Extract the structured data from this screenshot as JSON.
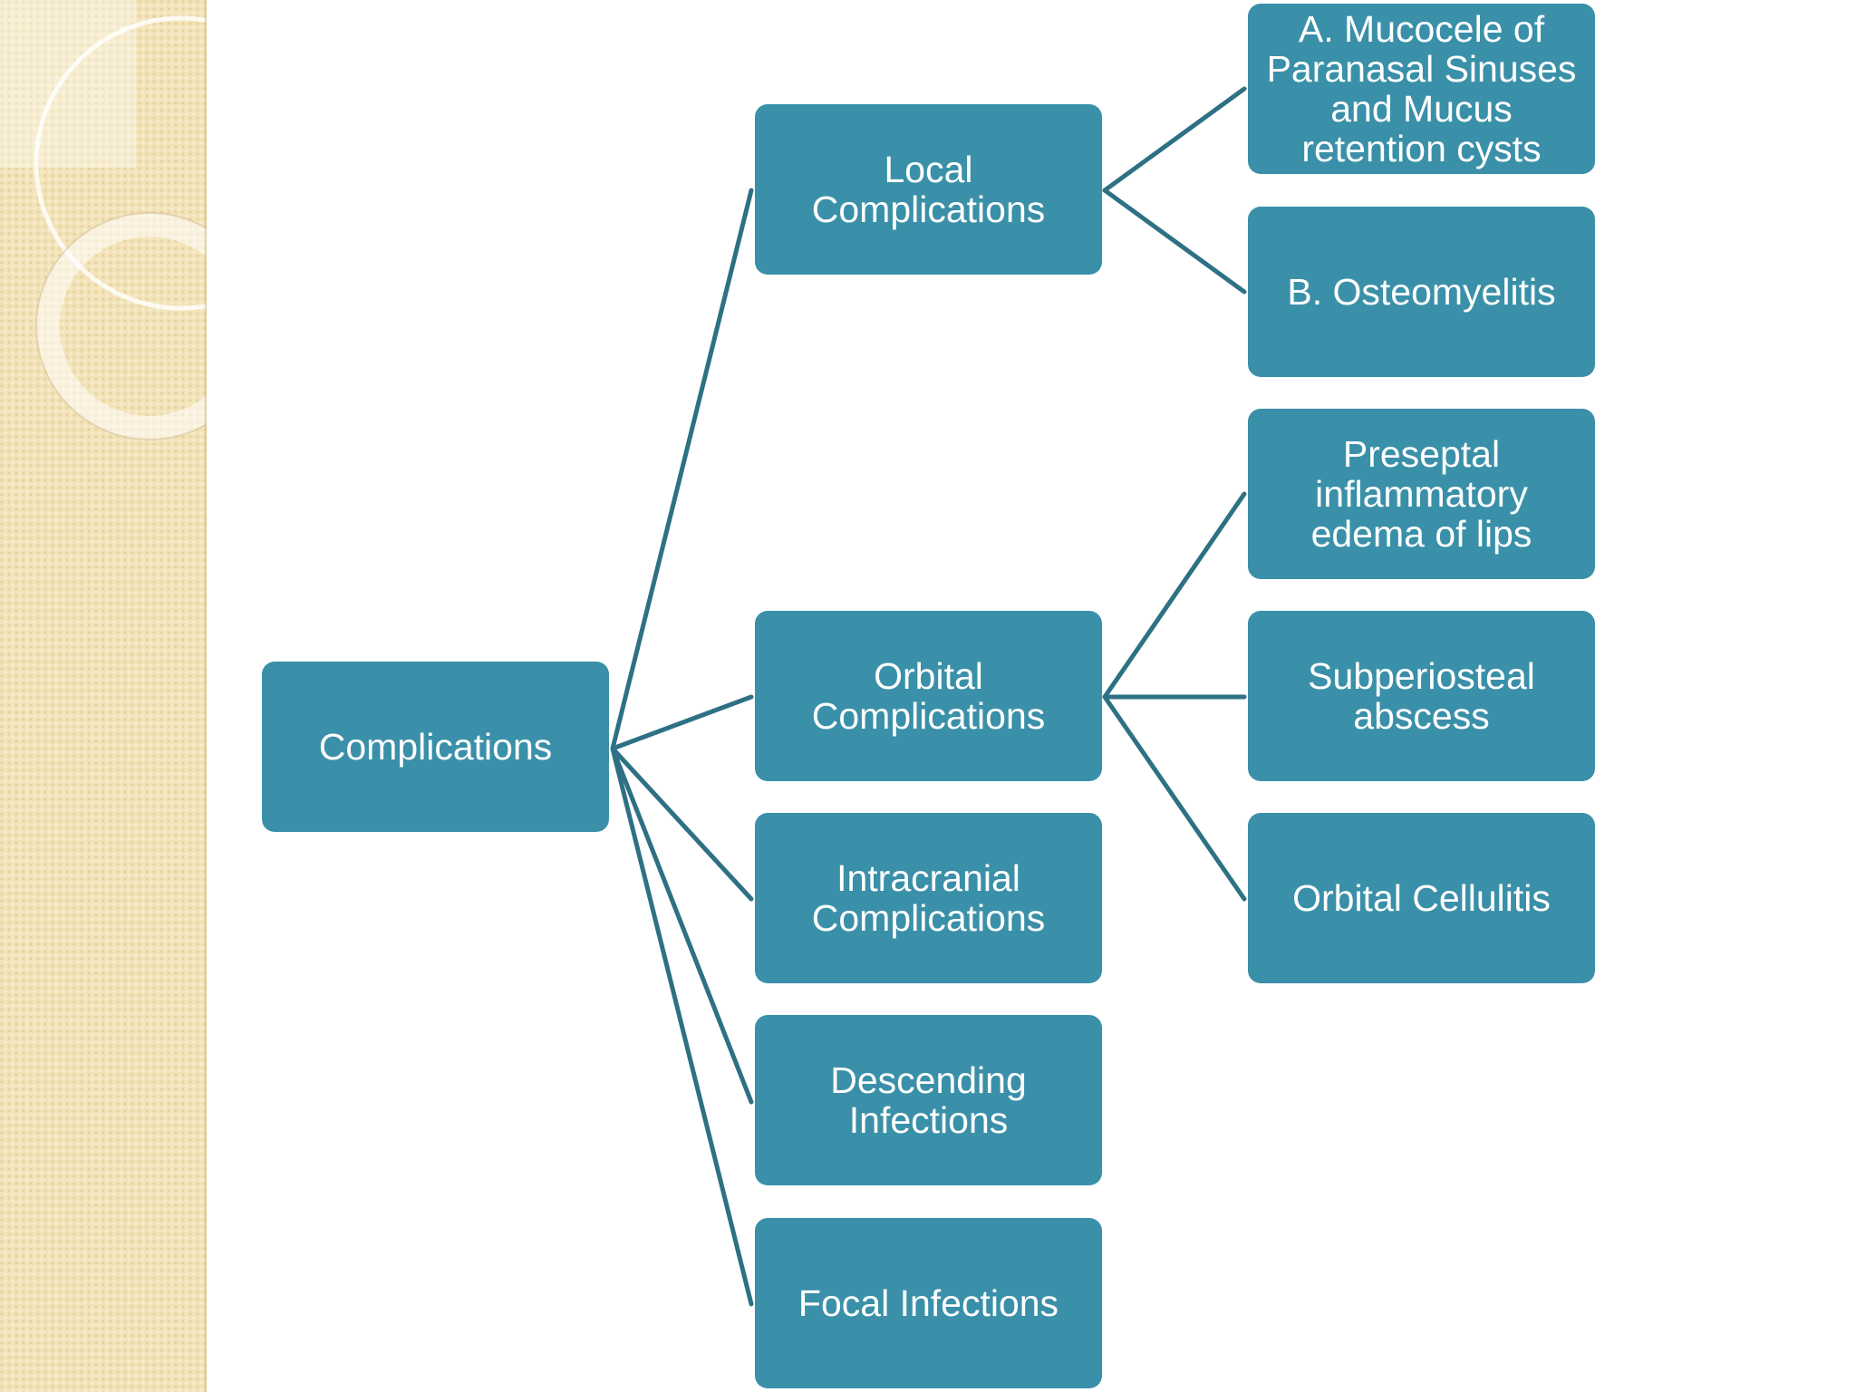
{
  "colors": {
    "node_fill": "#3a90a8",
    "connector": "#2e7084",
    "band": "#f3e3b8",
    "text": "#ffffff"
  },
  "diagram": {
    "root": {
      "label": "Complications"
    },
    "branches": [
      {
        "label": "Local\nComplications",
        "children": [
          {
            "label": "A. Mucocele of\nParanasal Sinuses\nand Mucus\nretention cysts"
          },
          {
            "label": "B. Osteomyelitis"
          }
        ]
      },
      {
        "label": "Orbital\nComplications",
        "children": [
          {
            "label": "Preseptal\ninflammatory\nedema of lips"
          },
          {
            "label": "Subperiosteal\nabscess"
          },
          {
            "label": "Orbital Cellulitis"
          }
        ]
      },
      {
        "label": "Intracranial\nComplications",
        "children": []
      },
      {
        "label": "Descending\nInfections",
        "children": []
      },
      {
        "label": "Focal Infections",
        "children": []
      }
    ]
  }
}
